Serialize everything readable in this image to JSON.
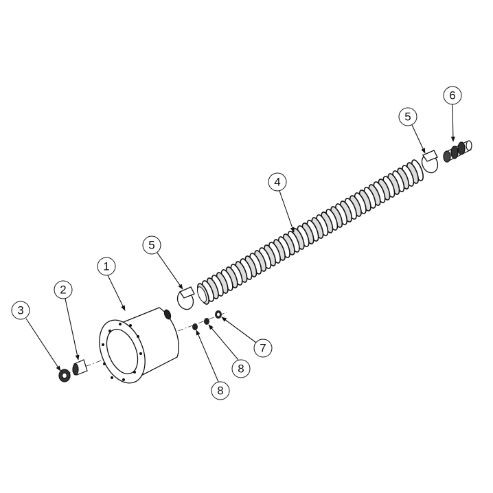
{
  "diagram": {
    "type": "exploded-assembly-view",
    "callouts": [
      {
        "id": "c1",
        "label": "1"
      },
      {
        "id": "c2",
        "label": "2"
      },
      {
        "id": "c3",
        "label": "3"
      },
      {
        "id": "c4",
        "label": "4"
      },
      {
        "id": "c5a",
        "label": "5"
      },
      {
        "id": "c5b",
        "label": "5"
      },
      {
        "id": "c6",
        "label": "6"
      },
      {
        "id": "c7",
        "label": "7"
      },
      {
        "id": "c8a",
        "label": "8"
      },
      {
        "id": "c8b",
        "label": "8"
      }
    ],
    "hose_coil_count": 46
  }
}
